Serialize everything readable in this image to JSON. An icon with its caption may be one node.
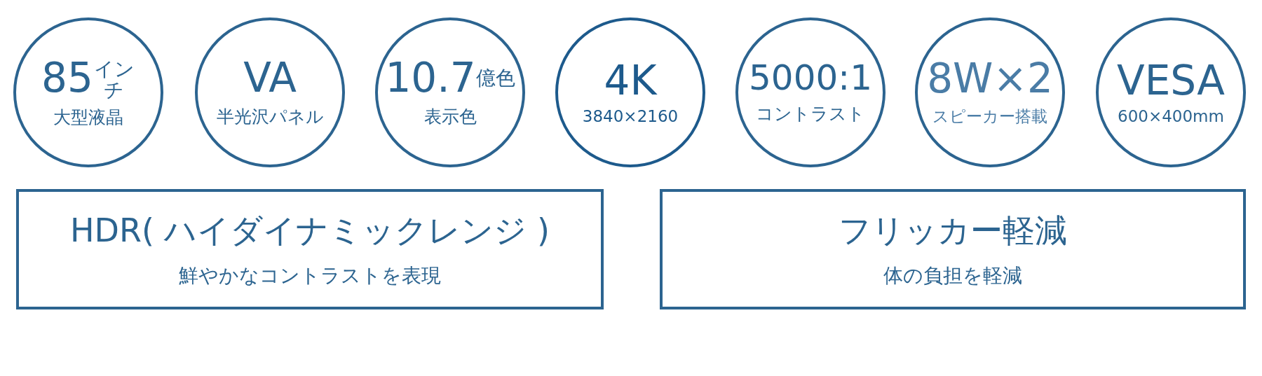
{
  "diagram": {
    "nodes": [
      {
        "text": [
          "85",
          "インチ",
          "大型液晶"
        ]
      },
      {
        "text": [
          "VA",
          "半光沢パネル"
        ]
      },
      {
        "text": [
          "10.7",
          "億色",
          "表示色"
        ]
      },
      {
        "text": [
          "4K",
          "3840×2160"
        ]
      },
      {
        "text": [
          "5000:1",
          "コントラスト"
        ]
      },
      {
        "text": [
          "8W×2",
          "スピーカー搭載"
        ]
      },
      {
        "text": [
          "VESA",
          "600×400mm"
        ]
      },
      {
        "text": [
          "HDR( ハイダイナミックレンジ )",
          "鮮やかなコントラストを表現"
        ]
      },
      {
        "text": [
          "フリッカー軽減",
          "体の負担を軽減"
        ]
      }
    ]
  }
}
